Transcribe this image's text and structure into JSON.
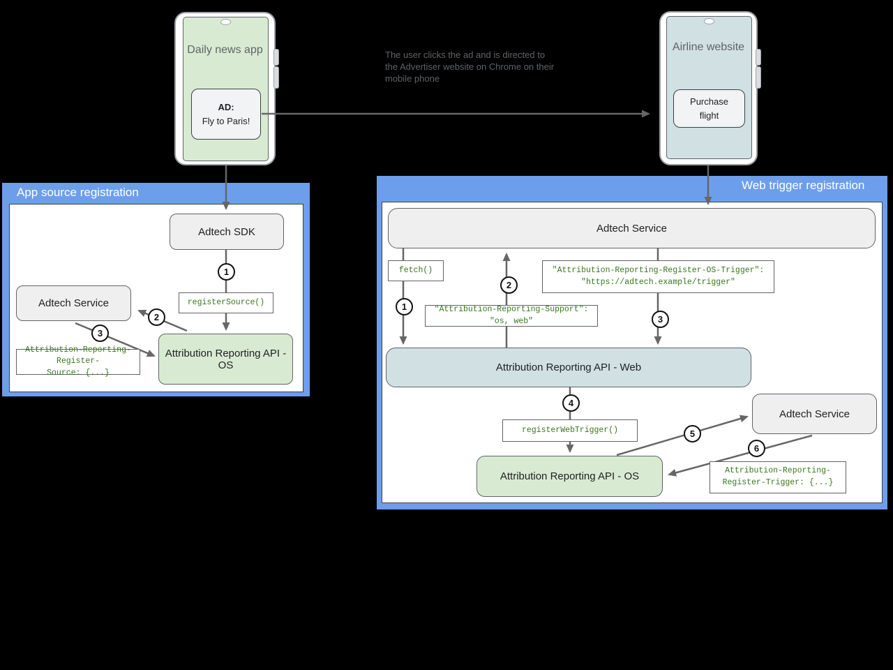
{
  "colors": {
    "panel_header_blue": "#6d9eeb",
    "phone_screen_green": "#d9ead3",
    "phone_screen_blue": "#d0e0e3",
    "box_gray": "#efefef",
    "box_green": "#d9ead3",
    "box_blue": "#d0e0e3",
    "code_text_green": "#38761d",
    "arrow_gray": "#666666"
  },
  "phones": {
    "left": {
      "title": "Daily news app",
      "ad_label": "AD:",
      "ad_text": "Fly to Paris!"
    },
    "right": {
      "title": "Airline website",
      "button_text": "Purchase flight"
    }
  },
  "annotation": "The user clicks the ad and is directed to the Advertiser website on Chrome on their mobile phone",
  "app_source": {
    "title": "App source registration",
    "adtech_sdk": "Adtech SDK",
    "adtech_service": "Adtech Service",
    "register_source": "registerSource()",
    "api_os": "Attribution Reporting API - OS",
    "header_line1": "Attribution-Reporting-Register-",
    "header_line2": "Source: {...}",
    "steps": [
      "1",
      "2",
      "3"
    ]
  },
  "web_trigger": {
    "title": "Web trigger registration",
    "adtech_service_top": "Adtech Service",
    "fetch": "fetch()",
    "os_trigger_line1": "\"Attribution-Reporting-Register-OS-Trigger\":",
    "os_trigger_line2": "\"https://adtech.example/trigger\"",
    "support_header": "\"Attribution-Reporting-Support\": \"os, web\"",
    "api_web": "Attribution Reporting API - Web",
    "register_web_trigger": "registerWebTrigger()",
    "api_os": "Attribution Reporting API - OS",
    "adtech_service_right": "Adtech Service",
    "trigger_line1": "Attribution-Reporting-",
    "trigger_line2": "Register-Trigger: {...}",
    "steps": [
      "1",
      "2",
      "3",
      "4",
      "5",
      "6"
    ]
  }
}
